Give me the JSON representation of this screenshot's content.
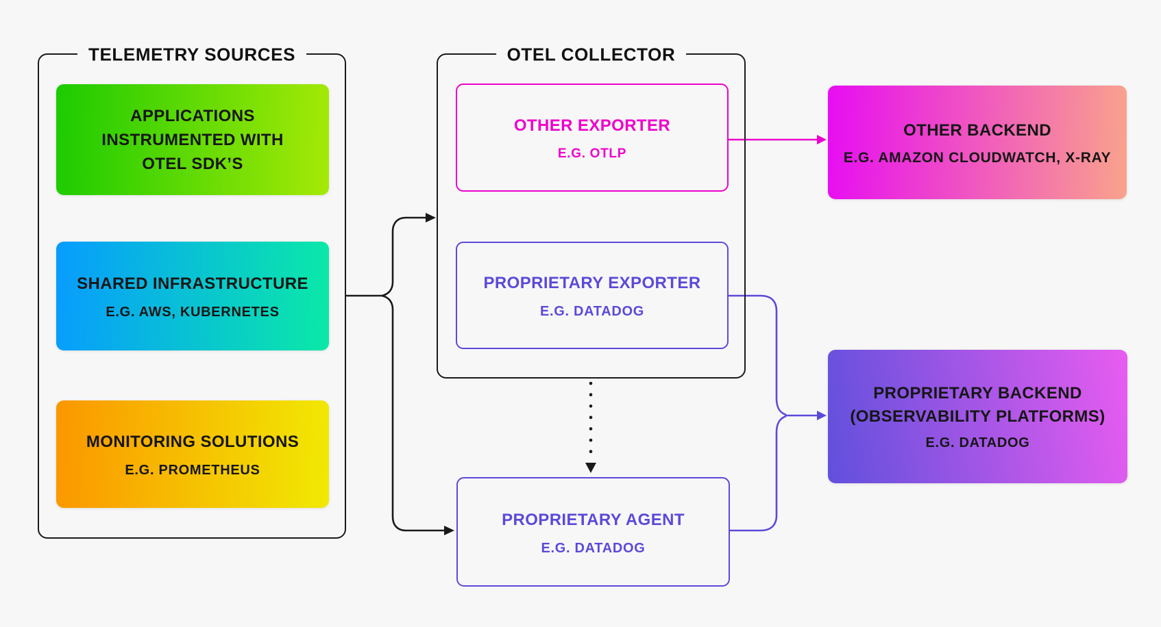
{
  "accent_colors": {
    "background": "#f7f7f7",
    "ink": "#1a1a1a",
    "magenta": "#ee00cc",
    "purple": "#5b4ad9",
    "box_text": "#161616"
  },
  "gradients": {
    "green": {
      "angle": "92deg",
      "from": "#1ccb02",
      "to": "#a5e906"
    },
    "blue": {
      "angle": "92deg",
      "from": "#089cfe",
      "to": "#0ae9a7"
    },
    "orange": {
      "angle": "92deg",
      "from": "#fb9700",
      "to": "#f1e903"
    },
    "pink": {
      "angle": "92deg",
      "from": "#e70df2",
      "to": "#f9a38c"
    },
    "violet": {
      "angle": "80deg",
      "from": "#6050dc",
      "to": "#e85cf0"
    }
  },
  "groups": {
    "telemetry_sources": {
      "title": "TELEMETRY SOURCES",
      "boxes": [
        {
          "lines": [
            "APPLICATIONS",
            "INSTRUMENTED WITH",
            "OTEL SDK’S"
          ]
        },
        {
          "title": "SHARED INFRASTRUCTURE",
          "subtitle": "E.G. AWS, KUBERNETES"
        },
        {
          "title": "MONITORING SOLUTIONS",
          "subtitle": "E.G. PROMETHEUS"
        }
      ]
    },
    "otel_collector": {
      "title": "OTEL COLLECTOR",
      "boxes": [
        {
          "title": "OTHER EXPORTER",
          "subtitle": "E.G. OTLP"
        },
        {
          "title": "PROPRIETARY EXPORTER",
          "subtitle": "E.G. DATADOG"
        }
      ]
    }
  },
  "nodes": {
    "proprietary_agent": {
      "title": "PROPRIETARY AGENT",
      "subtitle": "E.G. DATADOG"
    },
    "other_backend": {
      "title": "OTHER BACKEND",
      "subtitle": "E.G. AMAZON CLOUDWATCH, X-RAY"
    },
    "proprietary_backend": {
      "title_lines": [
        "PROPRIETARY BACKEND",
        "(OBSERVABILITY PLATFORMS)"
      ],
      "subtitle": "E.G. DATADOG"
    }
  }
}
